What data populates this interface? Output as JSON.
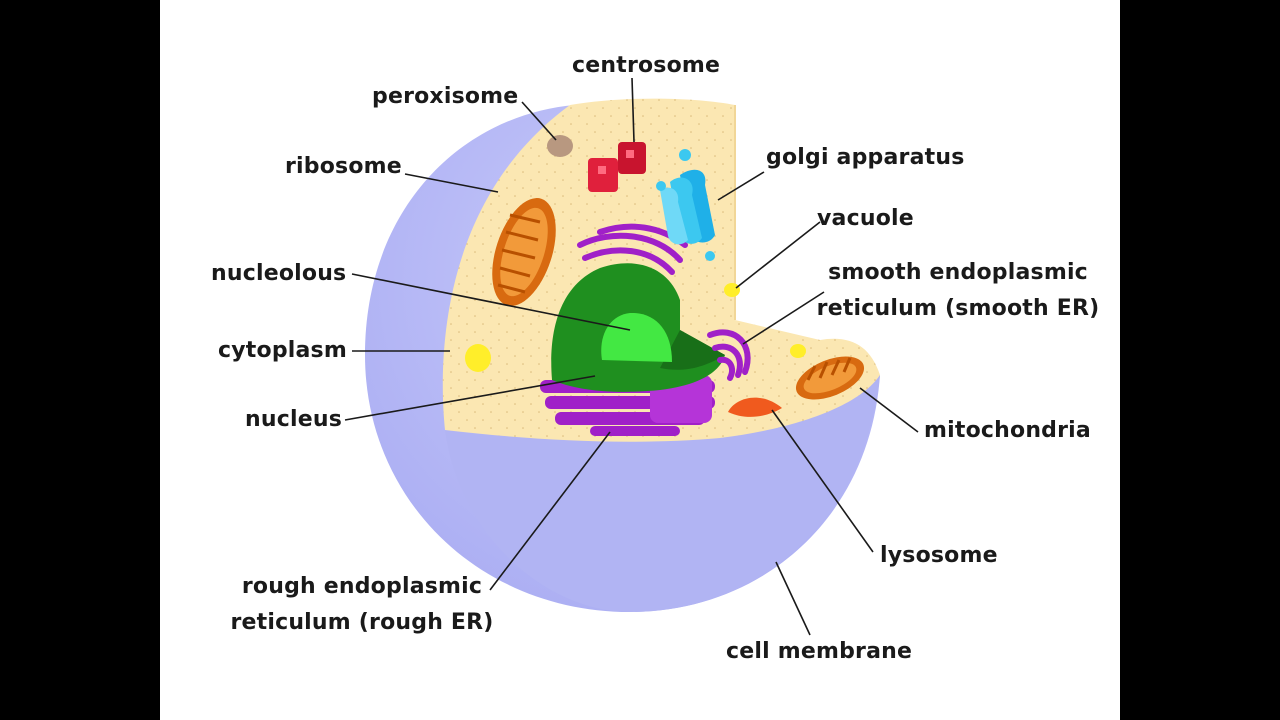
{
  "labels": {
    "centrosome": "centrosome",
    "peroxisome": "peroxisome",
    "ribosome": "ribosome",
    "golgi": "golgi apparatus",
    "vacuole": "vacuole",
    "nucleolous": "nucleolous",
    "smooth_er_line1": "smooth endoplasmic",
    "smooth_er_line2": "reticulum (smooth ER)",
    "cytoplasm": "cytoplasm",
    "nucleus": "nucleus",
    "mitochondria": "mitochondria",
    "lysosome": "lysosome",
    "rough_er_line1": "rough endoplasmic",
    "rough_er_line2": "reticulum (rough ER)",
    "cell_membrane": "cell membrane"
  },
  "colors": {
    "membrane": "#b3b6f5",
    "cytoplasm": "#fbe7b2",
    "nucleus": "#1f8f1f",
    "nucleolus": "#43e843",
    "er": "#a020c8",
    "golgi": "#3cc8f0",
    "mitochondria": "#e8821e",
    "centrosome": "#e0203c",
    "lysosome": "#f05a1e",
    "peroxisome": "#b89880",
    "vacuole": "#ffee2a"
  }
}
